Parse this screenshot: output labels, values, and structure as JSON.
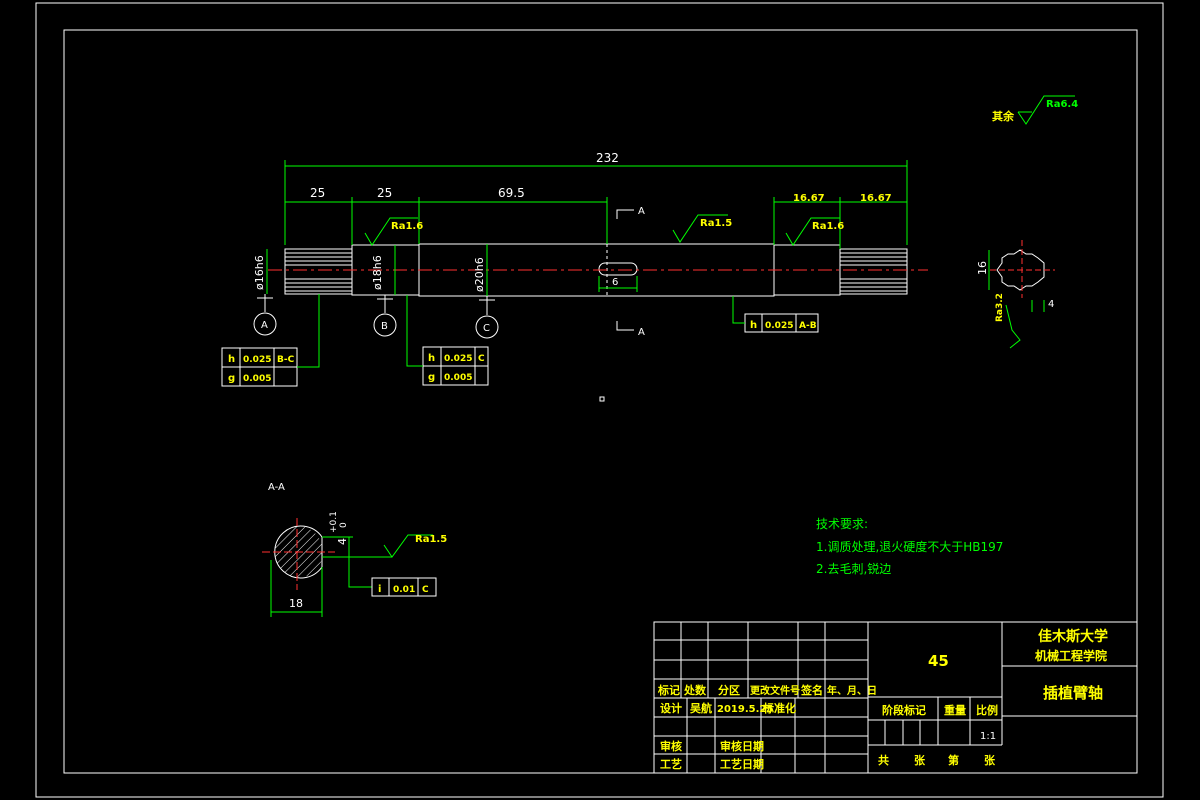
{
  "roughness_other": {
    "prefix": "其余",
    "value": "Ra6.4"
  },
  "dimensions": {
    "overall": "232",
    "d1": "25",
    "d2": "25",
    "d3": "69.5",
    "d4": "16.67",
    "d5": "16.67",
    "dia1": "ø16h6",
    "dia2": "ø18h6",
    "dia3": "ø20h6",
    "key_width": "6",
    "spline_height": "16",
    "spline_tooth": "4",
    "section_width": "18",
    "section_depth": "4",
    "section_tol_upper": "+0.1",
    "section_tol_lower": "0"
  },
  "roughness": {
    "r1": "Ra1.6",
    "r2": "Ra1.5",
    "r3": "Ra1.6",
    "r_spline": "Ra3.2",
    "r_section": "Ra1.5"
  },
  "datums": {
    "a": "A",
    "b": "B",
    "c": "C"
  },
  "section_marks": {
    "top": "A",
    "bottom": "A"
  },
  "section_title": "A-A",
  "tolerances": {
    "t1": {
      "row1": [
        "h",
        "0.025",
        "B-C"
      ],
      "row2": [
        "g",
        "0.005",
        ""
      ]
    },
    "t2": {
      "row1": [
        "h",
        "0.025",
        "C"
      ],
      "row2": [
        "g",
        "0.005",
        ""
      ]
    },
    "t3": {
      "row1": [
        "h",
        "0.025",
        "A-B"
      ]
    },
    "t4": {
      "row1": [
        "i",
        "0.01",
        "C"
      ]
    }
  },
  "tech_requirements": {
    "title": "技术要求:",
    "line1": "1.调质处理,退火硬度不大于HB197",
    "line2": "2.去毛刺,锐边"
  },
  "title_block": {
    "material": "45",
    "school": "佳木斯大学",
    "college": "机械工程学院",
    "part_name": "插植臂轴",
    "h_mark": "标记",
    "h_count": "处数",
    "h_zone": "分区",
    "h_docno": "更改文件号",
    "h_sign": "签名",
    "h_date": "年、月、日",
    "design_label": "设计",
    "designer": "吴航",
    "design_date": "2019.5.25",
    "standard": "标准化",
    "review": "审核",
    "review_date": "审核日期",
    "process": "工艺",
    "process_date": "工艺日期",
    "stage": "阶段标记",
    "weight": "重量",
    "scale_label": "比例",
    "scale": "1:1",
    "total": "共",
    "sheets1": "张",
    "page": "第",
    "sheets2": "张"
  }
}
